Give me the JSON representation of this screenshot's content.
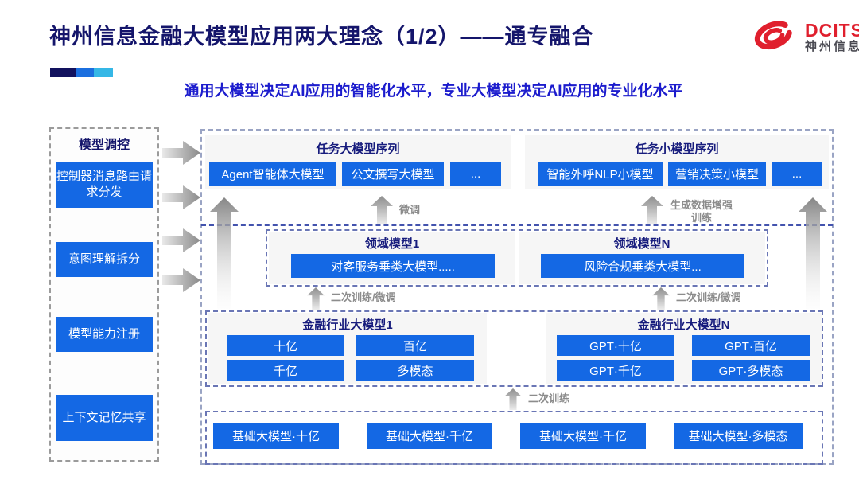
{
  "header": {
    "title": "神州信息金融大模型应用两大理念（1/2）——通专融合",
    "subtitle": "通用大模型决定AI应用的智能化水平，专业大模型决定AI应用的专业化水平",
    "logo": {
      "brand": "DCITS",
      "brand_cn": "神州信息"
    }
  },
  "colors": {
    "accent_blue": "#1468e4",
    "title_navy": "#14156b",
    "subtitle_blue": "#1c1ccd",
    "logo_red": "#e01f2d",
    "label_gray": "#8c8c8c"
  },
  "sidebar": {
    "title": "模型调控",
    "items": [
      "控制器消息路由请求分发",
      "意图理解拆分",
      "模型能力注册",
      "上下文记忆共享"
    ]
  },
  "diagram": {
    "task_large": {
      "title": "任务大模型序列",
      "items": [
        "Agent智能体大模型",
        "公文撰写大模型",
        "..."
      ]
    },
    "task_small": {
      "title": "任务小模型序列",
      "items": [
        "智能外呼NLP小模型",
        "营销决策小模型",
        "..."
      ]
    },
    "arrow_labels": {
      "finetune": "微调",
      "gen_data": "生成数据增强训练",
      "secondary_ft_left": "二次训练/微调",
      "secondary_ft_right": "二次训练/微调",
      "secondary_train": "二次训练"
    },
    "domain1": {
      "title": "领域模型1",
      "item": "对客服务垂类大模型....."
    },
    "domainN": {
      "title": "领域模型N",
      "item": "风险合规垂类大模型..."
    },
    "industry1": {
      "title": "金融行业大模型1",
      "items": [
        "十亿",
        "百亿",
        "千亿",
        "多模态"
      ]
    },
    "industryN": {
      "title": "金融行业大模型N",
      "items": [
        "GPT·十亿",
        "GPT·百亿",
        "GPT·千亿",
        "GPT·多模态"
      ]
    },
    "base": {
      "items": [
        "基础大模型·十亿",
        "基础大模型·千亿",
        "基础大模型·千亿",
        "基础大模型·多模态"
      ]
    }
  }
}
